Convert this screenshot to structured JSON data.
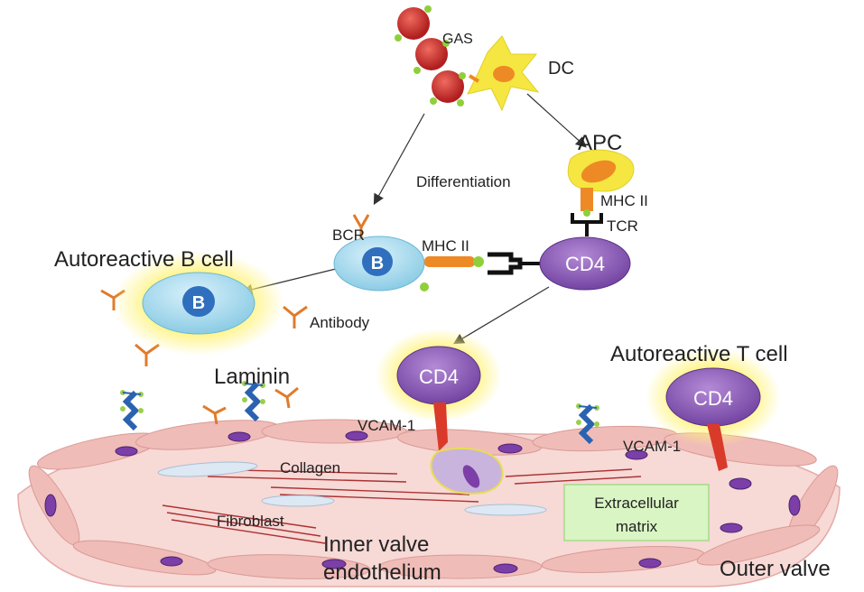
{
  "labels": {
    "gas": "GAS",
    "dc": "DC",
    "apc": "APC",
    "differentiation": "Differentiation",
    "mhc_ii_top": "MHC II",
    "tcr": "TCR",
    "bcr": "BCR",
    "b_cell_letter": "B",
    "mhc_ii_mid": "MHC II",
    "cd4_mid": "CD4",
    "autoreactive_b_cell": "Autoreactive B cell",
    "b_cell_letter_2": "B",
    "antibody": "Antibody",
    "cd4_lower": "CD4",
    "autoreactive_t_cell": "Autoreactive T cell",
    "cd4_right": "CD4",
    "laminin": "Laminin",
    "vcam_left": "VCAM-1",
    "vcam_right": "VCAM-1",
    "collagen": "Collagen",
    "fibroblast": "Fibroblast",
    "extracellular_matrix_line1": "Extracellular",
    "extracellular_matrix_line2": "matrix",
    "inner_valve_line1": "Inner valve",
    "inner_valve_line2": "endothelium",
    "outer_valve": "Outer valve"
  },
  "colors": {
    "gas_red": "#c62828",
    "dc_yellow": "#f5e642",
    "b_cell_blue": "#a8dcef",
    "b_nucleus": "#2f6fbd",
    "cd4_purple": "#8e5fb5",
    "antibody_orange": "#e07b2a",
    "endothelium_pink": "#f3c7c4",
    "nucleus_purple": "#7b3fa7",
    "glow_yellow": "#fff37a",
    "ecm_green": "#d9f5c4"
  }
}
